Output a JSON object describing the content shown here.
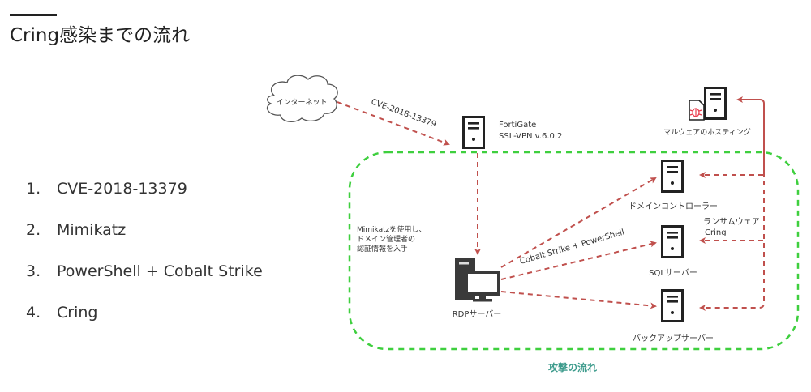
{
  "slide": {
    "title": "Cring感染までの流れ",
    "steps": [
      {
        "number": "1.",
        "text": "CVE-2018-13379"
      },
      {
        "number": "2.",
        "text": "Mimikatz"
      },
      {
        "number": "3.",
        "text": "PowerShell + Cobalt Strike"
      },
      {
        "number": "4.",
        "text": "Cring"
      }
    ]
  },
  "diagram": {
    "colors": {
      "attack_arrow": "#c0504d",
      "network_boundary": "#3ecf3e",
      "caption": "#3d9b8c",
      "icon": "#222222",
      "malware": "#e8394a"
    },
    "nodes": {
      "internet": {
        "label": "インターネット",
        "icon": "cloud-icon"
      },
      "fortigate": {
        "label_line1": "FortiGate",
        "label_line2": "SSL-VPN v.6.0.2",
        "icon": "server-icon"
      },
      "malware_host": {
        "label": "マルウェアのホスティング",
        "icon": "server-with-malware-icon"
      },
      "domain_controller": {
        "label": "ドメインコントローラー",
        "icon": "server-icon"
      },
      "sql_server": {
        "label": "SQLサーバー",
        "icon": "server-icon"
      },
      "backup_server": {
        "label": "バックアップサーバー",
        "icon": "server-icon"
      },
      "rdp_server": {
        "label": "RDPサーバー",
        "icon": "workstation-icon"
      }
    },
    "edge_labels": {
      "cve": "CVE-2018-13379",
      "mimikatz_line1": "Mimikatzを使用し、",
      "mimikatz_line2": "ドメイン管理者の",
      "mimikatz_line3": "認証情報を入手",
      "cobalt": "Cobalt Strike + PowerShell",
      "ransomware_line1": "ランサムウェア",
      "ransomware_line2": "Cring"
    },
    "caption": "攻撃の流れ"
  }
}
